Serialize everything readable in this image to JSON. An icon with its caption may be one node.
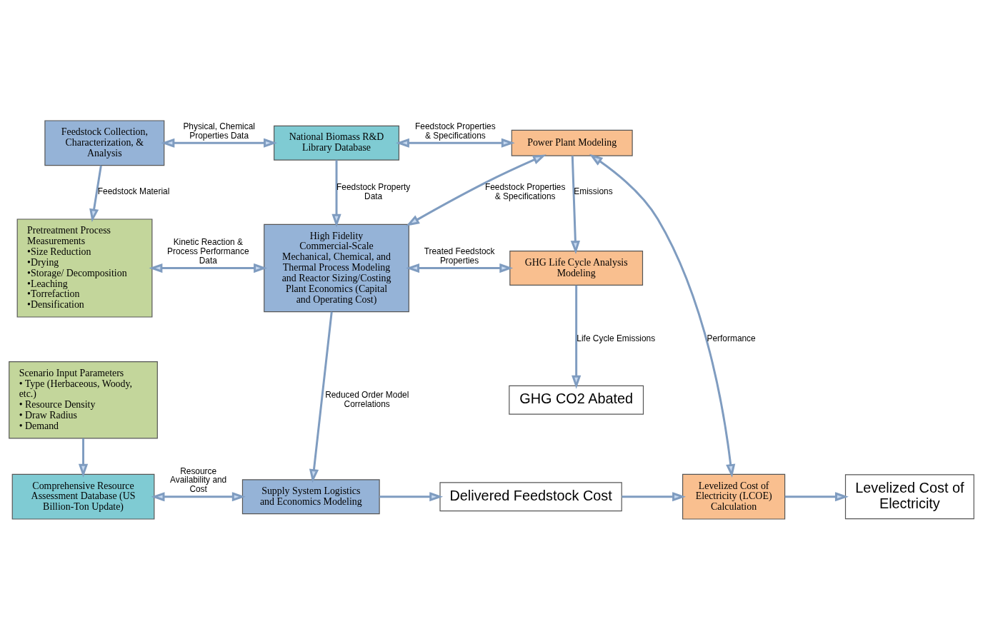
{
  "diagram": {
    "nodes": [
      {
        "text": [
          "Feedstock Collection, Characterization, & Analysis"
        ]
      },
      {
        "text": [
          "National Biomass R&D Library Database"
        ]
      },
      {
        "text": [
          "Power Plant Modeling"
        ]
      },
      {
        "text": [
          "Pretreatment Process Measurements",
          "•Size Reduction",
          "•Drying",
          "•Storage/ Decomposition",
          "•Leaching",
          "•Torrefaction",
          "•Densification"
        ]
      },
      {
        "text": [
          "High Fidelity Commercial-Scale Mechanical, Chemical, and Thermal Process Modeling and Reactor Sizing/Costing",
          "Plant Economics (Capital and Operating Cost)"
        ]
      },
      {
        "text": [
          "GHG Life Cycle Analysis Modeling"
        ]
      },
      {
        "text": [
          "GHG CO2 Abated"
        ]
      },
      {
        "text": [
          "Scenario Input Parameters",
          "• Type (Herbaceous, Woody, etc.)",
          "• Resource Density",
          "• Draw Radius",
          "• Demand"
        ]
      },
      {
        "text": [
          "Comprehensive Resource Assessment Database (US Billion-Ton Update)"
        ]
      },
      {
        "text": [
          "Supply System Logistics and Economics Modeling"
        ]
      },
      {
        "text": [
          "Delivered Feedstock Cost"
        ]
      },
      {
        "text": [
          "Levelized Cost of Electricity (LCOE) Calculation"
        ]
      },
      {
        "text": [
          "Levelized Cost of Electricity"
        ]
      }
    ],
    "edges": [
      {
        "from": 0,
        "to": 1,
        "arrow": "both",
        "label": "Physical, Chemical Properties Data"
      },
      {
        "from": 1,
        "to": 2,
        "arrow": "both",
        "label": "Feedstock Properties & Specifications"
      },
      {
        "from": 0,
        "to": 3,
        "arrow": "to",
        "label": "Feedstock Material"
      },
      {
        "from": 1,
        "to": 4,
        "arrow": "to",
        "label": "Feedstock Property Data"
      },
      {
        "from": 3,
        "to": 4,
        "arrow": "both",
        "label": "Kinetic Reaction & Process Performance Data"
      },
      {
        "from": 4,
        "to": 2,
        "arrow": "both",
        "label": "Feedstock Properties & Specifications"
      },
      {
        "from": 2,
        "to": 5,
        "arrow": "to",
        "label": "Emissions"
      },
      {
        "from": 4,
        "to": 5,
        "arrow": "both",
        "label": "Treated Feedstock Properties"
      },
      {
        "from": 5,
        "to": 6,
        "arrow": "to",
        "label": "Life Cycle Emissions"
      },
      {
        "from": 2,
        "to": 11,
        "arrow": "both",
        "label": "Performance"
      },
      {
        "from": 4,
        "to": 9,
        "arrow": "to",
        "label": "Reduced Order Model Correlations"
      },
      {
        "from": 7,
        "to": 8,
        "arrow": "to"
      },
      {
        "from": 8,
        "to": 9,
        "arrow": "both",
        "label": "Resource Availability and Cost"
      },
      {
        "from": 9,
        "to": 10,
        "arrow": "to"
      },
      {
        "from": 10,
        "to": 11,
        "arrow": "to"
      },
      {
        "from": 11,
        "to": 12,
        "arrow": "to"
      }
    ]
  }
}
